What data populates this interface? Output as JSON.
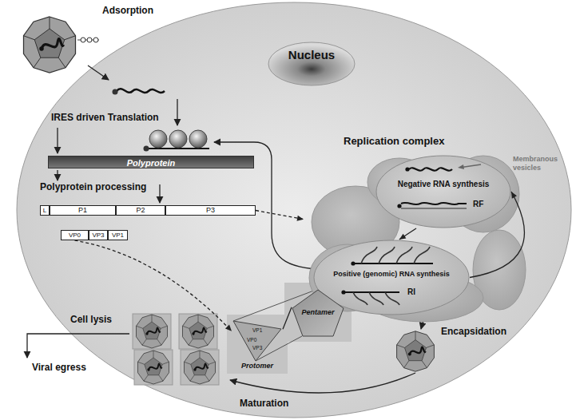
{
  "diagram": {
    "nodes": [
      {
        "text": [
          "Nucleus"
        ]
      },
      {
        "text": [
          "Polyprotein"
        ]
      },
      {
        "text": [
          "L"
        ]
      },
      {
        "text": [
          "P1"
        ]
      },
      {
        "text": [
          "P2"
        ]
      },
      {
        "text": [
          "P3"
        ]
      },
      {
        "text": [
          "VP0"
        ]
      },
      {
        "text": [
          "VP3"
        ]
      },
      {
        "text": [
          "VP1"
        ]
      },
      {
        "text": [
          "Replication complex"
        ]
      },
      {
        "text": [
          "Negative RNA synthesis",
          "RF"
        ],
        "in": 9
      },
      {
        "text": [
          "Positive (genomic) RNA synthesis",
          "RI"
        ],
        "in": 9
      },
      {
        "text": [
          "Pentamer"
        ]
      },
      {
        "text": [
          "VP1",
          "VP0",
          "VP3",
          "Protomer"
        ]
      }
    ],
    "edges": [
      {
        "from": 5,
        "to": 9,
        "arrow": "to"
      },
      {
        "from": 10,
        "to": 11,
        "arrow": "to"
      },
      {
        "from": 11,
        "to": 10,
        "arrow": "to"
      },
      {
        "from": 6,
        "to": 13,
        "arrow": "to"
      },
      {
        "from": 13,
        "to": 12,
        "arrow": "none"
      }
    ],
    "labels": [
      "Adsorption",
      "IRES driven Translation",
      "Polyprotein processing",
      "Membranous vesicles",
      "Encapsidation",
      "Cell lysis",
      "Viral egress",
      "Maturation"
    ]
  }
}
